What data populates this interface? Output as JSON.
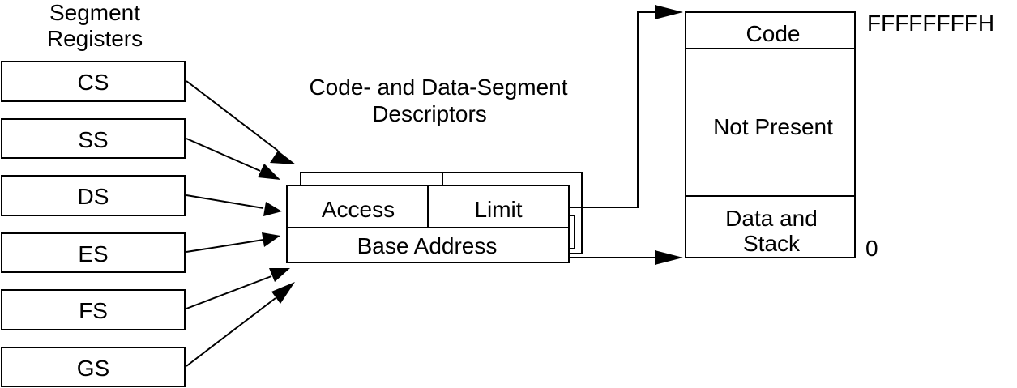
{
  "registers_heading": {
    "line1": "Segment",
    "line2": "Registers"
  },
  "registers": [
    {
      "id": "cs",
      "label": "CS"
    },
    {
      "id": "ss",
      "label": "SS"
    },
    {
      "id": "ds",
      "label": "DS"
    },
    {
      "id": "es",
      "label": "ES"
    },
    {
      "id": "fs",
      "label": "FS"
    },
    {
      "id": "gs",
      "label": "GS"
    }
  ],
  "descriptors_heading": {
    "line1": "Code- and Data-Segment",
    "line2": "Descriptors"
  },
  "descriptor": {
    "access": "Access",
    "limit": "Limit",
    "base_address": "Base Address"
  },
  "memory": {
    "code": "Code",
    "not_present": "Not Present",
    "data_stack_line1": "Data and",
    "data_stack_line2": "Stack",
    "top_address": "FFFFFFFFH",
    "bottom_address": "0"
  },
  "colors": {
    "stroke": "#000000",
    "background": "#ffffff"
  }
}
